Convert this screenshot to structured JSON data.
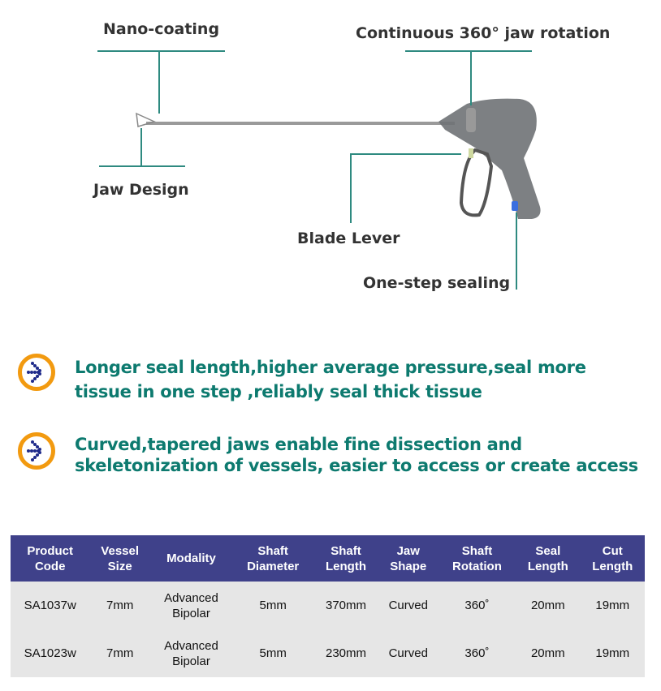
{
  "labels": {
    "nano": "Nano-coating",
    "rotation": "Continuous 360° jaw rotation",
    "jaw": "Jaw Design",
    "blade": "Blade Lever",
    "sealing": "One-step sealing"
  },
  "features": [
    {
      "icon": "dotted-arrow-icon",
      "line1": "Longer seal length,higher average pressure,seal more",
      "line2": "tissue in one step ,reliably seal thick tissue"
    },
    {
      "icon": "dotted-arrow-icon",
      "line1": "Curved,tapered jaws enable fine dissection and",
      "line2": "skeletonization of vessels,  easier to access or create access"
    }
  ],
  "table": {
    "headers": [
      [
        "Product",
        "Code"
      ],
      [
        "Vessel",
        "Size"
      ],
      [
        "Modality",
        ""
      ],
      [
        "Shaft",
        "Diameter"
      ],
      [
        "Shaft",
        "Length"
      ],
      [
        "Jaw",
        "Shape"
      ],
      [
        "Shaft",
        "Rotation"
      ],
      [
        "Seal",
        "Length"
      ],
      [
        "Cut",
        "Length"
      ]
    ],
    "rows": [
      [
        [
          "SA1037w"
        ],
        [
          "7mm"
        ],
        [
          "Advanced",
          "Bipolar"
        ],
        [
          "5mm"
        ],
        [
          "370mm"
        ],
        [
          "Curved"
        ],
        [
          "360˚"
        ],
        [
          "20mm"
        ],
        [
          "19mm"
        ]
      ],
      [
        [
          "SA1023w"
        ],
        [
          "7mm"
        ],
        [
          "Advanced",
          "Bipolar"
        ],
        [
          "5mm"
        ],
        [
          "230mm"
        ],
        [
          "Curved"
        ],
        [
          "360˚"
        ],
        [
          "20mm"
        ],
        [
          "19mm"
        ]
      ]
    ]
  },
  "colors": {
    "accent": "#0d7a6f",
    "header": "#3f418a",
    "icon_ring": "#f29a10",
    "icon_dots": "#1f2a8a"
  }
}
